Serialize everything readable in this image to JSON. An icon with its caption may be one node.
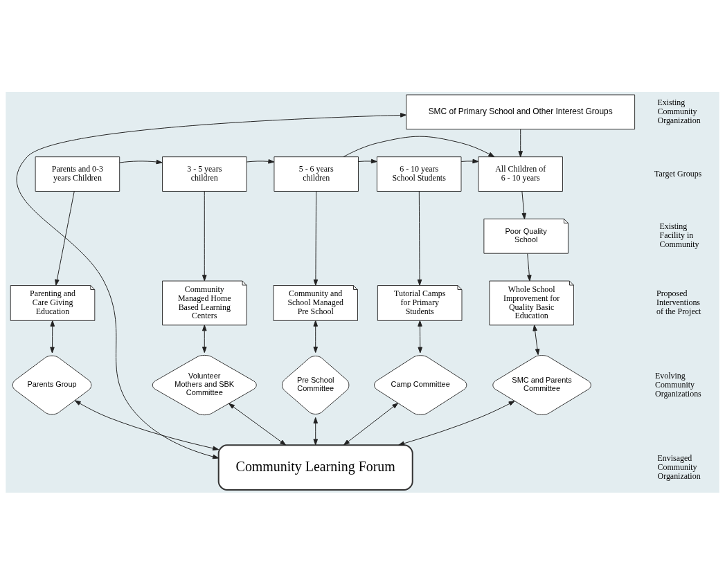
{
  "diagram": {
    "nodes": [
      {
        "text": [
          "SMC of Primary School and Other Interest Groups"
        ]
      },
      {
        "text": [
          "Parents and 0-3 years Children"
        ]
      },
      {
        "text": [
          "3 - 5 years children"
        ]
      },
      {
        "text": [
          "5 - 6 years children"
        ]
      },
      {
        "text": [
          "6 - 10 years School Students"
        ]
      },
      {
        "text": [
          "All Children of 6 - 10 years"
        ]
      },
      {
        "text": [
          "Poor Quality School"
        ]
      },
      {
        "text": [
          "Parenting and Care Giving Education"
        ]
      },
      {
        "text": [
          "Community Managed Home Based Learning Centers"
        ]
      },
      {
        "text": [
          "Community and School Managed Pre School"
        ]
      },
      {
        "text": [
          "Tutorial Camps for Primary Students"
        ]
      },
      {
        "text": [
          "Whole School Improvement for Quality Basic Education"
        ]
      },
      {
        "text": [
          "Parents Group"
        ]
      },
      {
        "text": [
          "Volunteer Mothers and SBK Committee"
        ]
      },
      {
        "text": [
          "Pre School Committee"
        ]
      },
      {
        "text": [
          "Camp Committee"
        ]
      },
      {
        "text": [
          "SMC and Parents Committee"
        ]
      },
      {
        "text": [
          "Community Learning Forum"
        ]
      }
    ],
    "edges": [
      {
        "from": 0,
        "to": 5,
        "arrow": "to"
      },
      {
        "from": 1,
        "to": 2,
        "arrow": "to"
      },
      {
        "from": 2,
        "to": 3,
        "arrow": "to"
      },
      {
        "from": 3,
        "to": 4,
        "arrow": "to"
      },
      {
        "from": 4,
        "to": 5,
        "arrow": "to"
      },
      {
        "from": 3,
        "to": 5,
        "arrow": "to"
      },
      {
        "from": 5,
        "to": 6,
        "arrow": "to"
      },
      {
        "from": 1,
        "to": 7,
        "arrow": "to"
      },
      {
        "from": 2,
        "to": 8,
        "arrow": "to"
      },
      {
        "from": 3,
        "to": 9,
        "arrow": "to"
      },
      {
        "from": 4,
        "to": 10,
        "arrow": "to"
      },
      {
        "from": 6,
        "to": 11,
        "arrow": "to"
      },
      {
        "from": 7,
        "to": 12,
        "arrow": "both"
      },
      {
        "from": 8,
        "to": 13,
        "arrow": "both"
      },
      {
        "from": 9,
        "to": 14,
        "arrow": "both"
      },
      {
        "from": 10,
        "to": 15,
        "arrow": "both"
      },
      {
        "from": 11,
        "to": 16,
        "arrow": "both"
      },
      {
        "from": 12,
        "to": 17,
        "arrow": "both"
      },
      {
        "from": 13,
        "to": 17,
        "arrow": "both"
      },
      {
        "from": 14,
        "to": 17,
        "arrow": "both"
      },
      {
        "from": 15,
        "to": 17,
        "arrow": "both"
      },
      {
        "from": 16,
        "to": 17,
        "arrow": "both"
      },
      {
        "from": 17,
        "to": 0,
        "arrow": "both"
      }
    ],
    "labels": [
      "Existing Community Organization",
      "Target Groups",
      "Existing Facility in Community",
      "Proposed Interventions of the Project",
      "Evolving Community Organizations",
      "Envisaged Community Organization"
    ]
  }
}
